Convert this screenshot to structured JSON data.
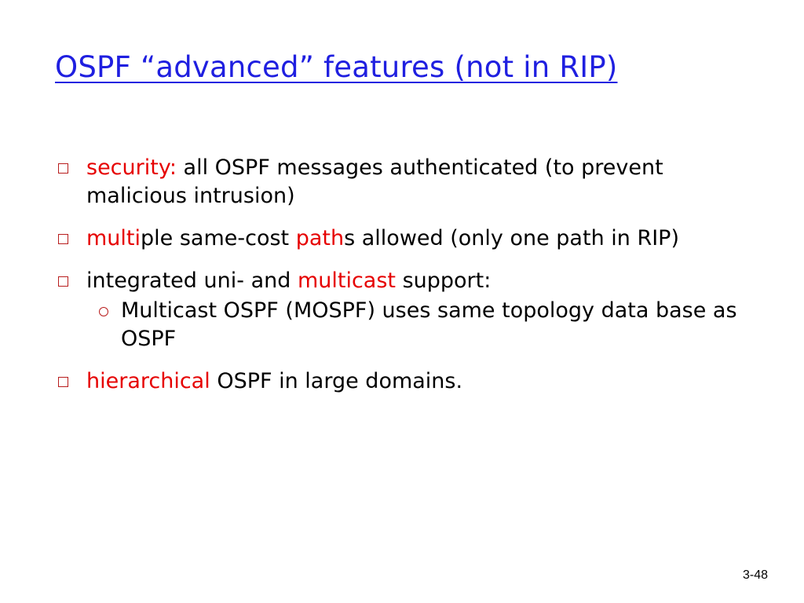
{
  "slide": {
    "title": "OSPF “advanced” features (not in RIP)",
    "page_number": "3-48",
    "accent_color": "#e60000",
    "title_color": "#1f1fe0",
    "bullet_marker_icon": "hollow-square-bullet-icon",
    "sub_bullet_marker_icon": "hollow-circle-bullet-icon",
    "bullets": [
      {
        "segments": [
          {
            "text": "security:",
            "highlight": true
          },
          {
            "text": " all OSPF messages authenticated (to prevent malicious intrusion)",
            "highlight": false
          }
        ]
      },
      {
        "segments": [
          {
            "text": "multi",
            "highlight": true
          },
          {
            "text": "ple same-cost ",
            "highlight": false
          },
          {
            "text": "path",
            "highlight": true
          },
          {
            "text": "s allowed (only one path in RIP)",
            "highlight": false
          }
        ]
      },
      {
        "segments": [
          {
            "text": "integrated uni- and ",
            "highlight": false
          },
          {
            "text": "multicast",
            "highlight": true
          },
          {
            "text": " support:",
            "highlight": false
          }
        ],
        "sub_bullets": [
          {
            "text": "Multicast OSPF (MOSPF) uses same topology data base as OSPF"
          }
        ]
      },
      {
        "segments": [
          {
            "text": "hierarchical",
            "highlight": true
          },
          {
            "text": " OSPF in large domains.",
            "highlight": false
          }
        ]
      }
    ]
  }
}
